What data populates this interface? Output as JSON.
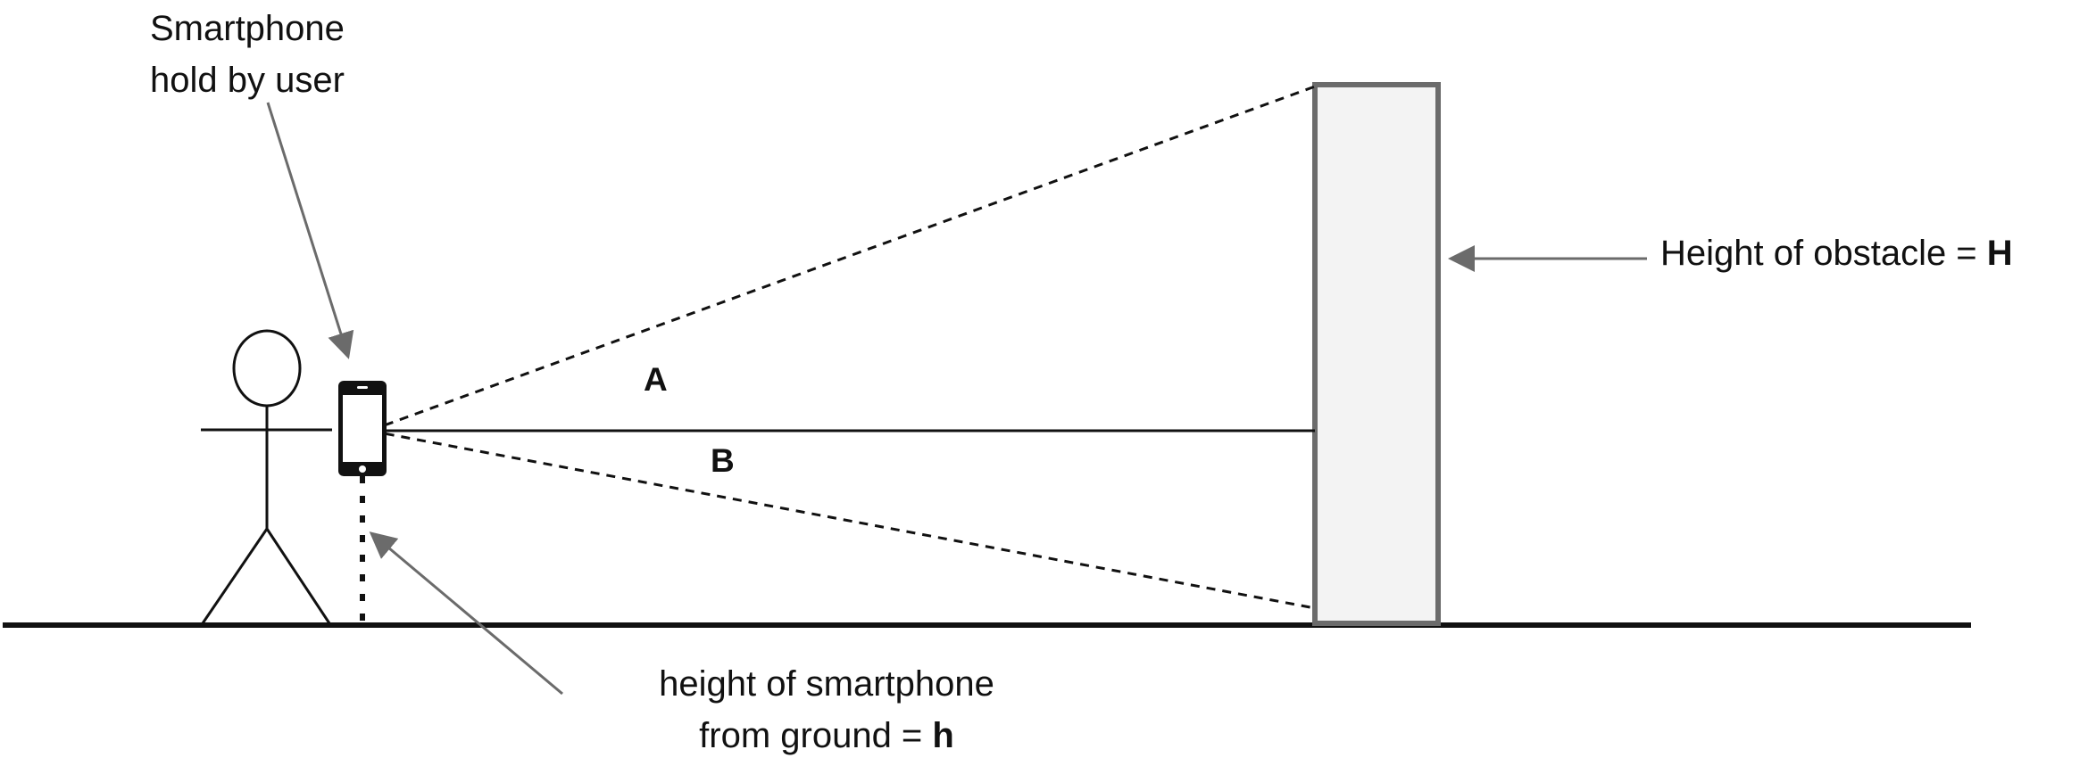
{
  "labels": {
    "smartphone_line1": "Smartphone",
    "smartphone_line2": "hold by user",
    "angle_a": "A",
    "angle_b": "B",
    "obstacle_prefix": "Height of obstacle = ",
    "obstacle_symbol": "H",
    "phone_height_line1": "height of smartphone",
    "phone_height_prefix": "from ground = ",
    "phone_height_symbol": "h"
  },
  "colors": {
    "line": "#111111",
    "arrow": "#6b6b6b",
    "obstacle_fill": "#f3f3f3",
    "obstacle_stroke": "#6b6b6b"
  }
}
